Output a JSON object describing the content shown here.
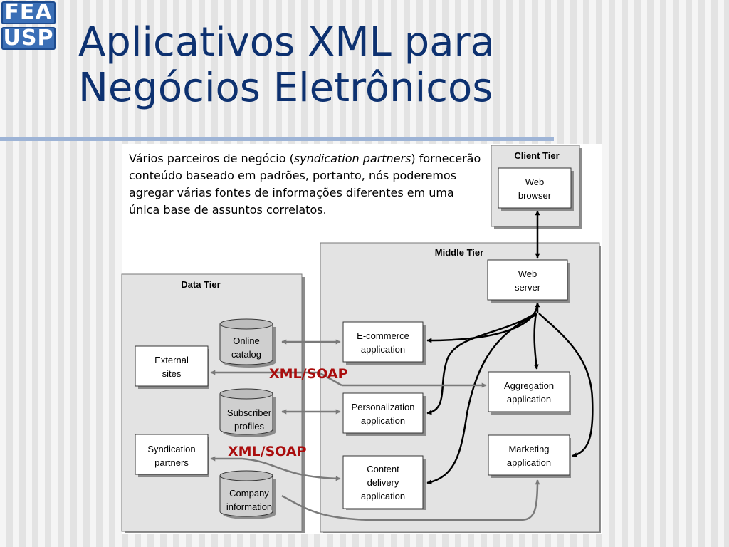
{
  "logo": {
    "line1": "FEA",
    "line2": "USP"
  },
  "title": "Aplicativos XML para\nNegócios Eletrônicos",
  "intro": {
    "part1": "Vários parceiros de negócio (",
    "italic": "syndication partners",
    "part2": ") fornecerão conteúdo baseado em padrões, portanto, nós poderemos agregar várias fontes de informações diferentes em uma única base de assuntos correlatos."
  },
  "diagram": {
    "tiers": {
      "client": "Client Tier",
      "middle": "Middle Tier",
      "data": "Data Tier"
    },
    "boxes": {
      "web_browser": [
        "Web",
        "browser"
      ],
      "web_server": [
        "Web",
        "server"
      ],
      "ecommerce": [
        "E-commerce",
        "application"
      ],
      "aggregation": [
        "Aggregation",
        "application"
      ],
      "personalization": [
        "Personalization",
        "application"
      ],
      "marketing": [
        "Marketing",
        "application"
      ],
      "content_delivery": [
        "Content",
        "delivery",
        "application"
      ],
      "external_sites": [
        "External",
        "sites"
      ],
      "syndication_partners": [
        "Syndication",
        "partners"
      ]
    },
    "databases": {
      "online_catalog": [
        "Online",
        "catalog"
      ],
      "subscriber_profiles": [
        "Subscriber",
        "profiles"
      ],
      "company_information": [
        "Company",
        "information"
      ]
    },
    "annotations": {
      "xml_soap_1": "XML/SOAP",
      "xml_soap_2": "XML/SOAP"
    }
  }
}
